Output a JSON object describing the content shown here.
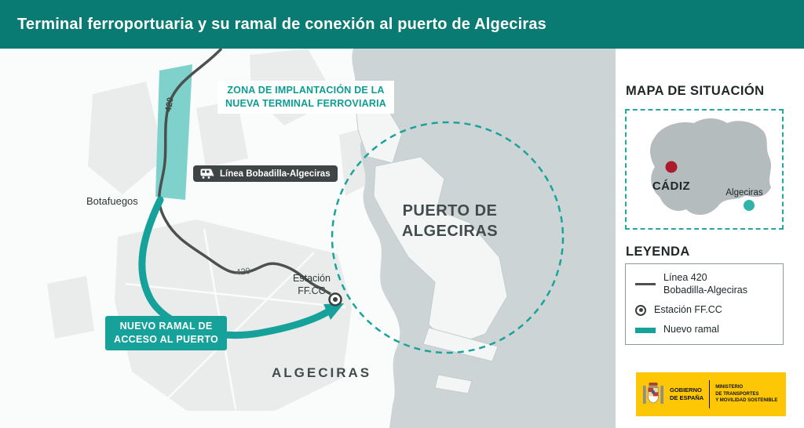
{
  "header": {
    "title": "Terminal ferroportuaria y su ramal de conexión al puerto de Algeciras"
  },
  "map": {
    "zone_label_line1": "ZONA DE IMPLANTACIÓN DE LA",
    "zone_label_line2": "NUEVA TERMINAL FERROVIARIA",
    "line_badge": "Línea Bobadilla-Algeciras",
    "botafuegos": "Botafuegos",
    "route_number_top": "420",
    "route_number_mid": "420",
    "station_line1": "Estación",
    "station_line2": "FF.CC",
    "ramal_label_line1": "NUEVO RAMAL DE",
    "ramal_label_line2": "ACCESO AL PUERTO",
    "port_line1": "PUERTO DE",
    "port_line2": "ALGECIRAS",
    "city": "ALGECIRAS"
  },
  "situation": {
    "title": "MAPA DE SITUACIÓN",
    "cadiz": "CÁDIZ",
    "algeciras": "Algeciras"
  },
  "legend": {
    "title": "LEYENDA",
    "item1_line1": "Línea 420",
    "item1_line2": "Bobadilla-Algeciras",
    "item2": "Estación FF.CC",
    "item3": "Nuevo ramal"
  },
  "logo": {
    "gobierno_line1": "GOBIERNO",
    "gobierno_line2": "DE ESPAÑA",
    "ministerio_line1": "MINISTERIO",
    "ministerio_line2": "DE TRANSPORTES",
    "ministerio_line3": "Y MOVILIDAD SOSTENIBLE"
  },
  "colors": {
    "header_teal": "#0a7b72",
    "accent_teal": "#16a29a",
    "zone_teal": "#7fd1cb",
    "rail_dark": "#4b5050",
    "sea_gray": "#ccd4d6",
    "city_gray": "#e9eceb",
    "cadiz_red": "#ab1a2d",
    "logo_yellow": "#fdc705"
  }
}
